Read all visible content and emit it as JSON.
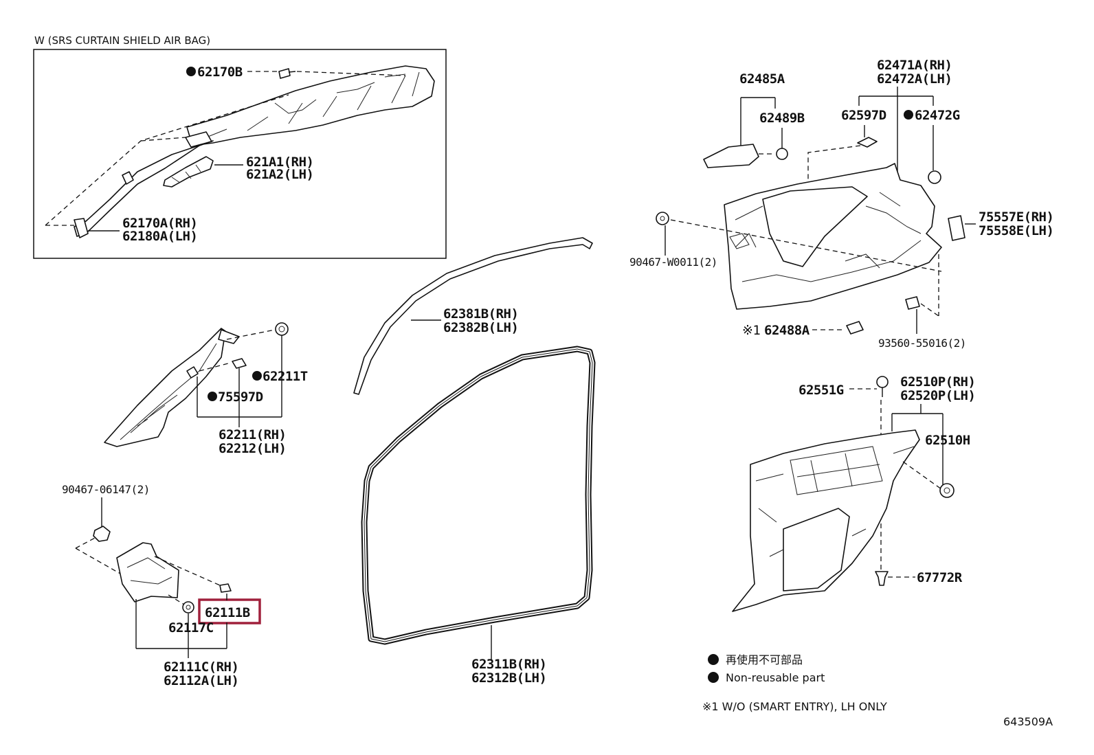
{
  "subassembly_box": {
    "title": "W (SRS CURTAIN SHIELD AIR BAG)"
  },
  "labels": {
    "p62170B": "62170B",
    "p621A1": "621A1(RH)",
    "p621A2": "621A2(LH)",
    "p62170A": "62170A(RH)",
    "p62180A": "62180A(LH)",
    "p62211T": "62211T",
    "p75597D": "75597D",
    "p62211": "62211(RH)",
    "p62212": "62212(LH)",
    "p90467_06147": "90467-06147(2)",
    "p62111B": "62111B",
    "p62117C": "62117C",
    "p62111C": "62111C(RH)",
    "p62112A": "62112A(LH)",
    "p62381B": "62381B(RH)",
    "p62382B": "62382B(LH)",
    "p62311B": "62311B(RH)",
    "p62312B": "62312B(LH)",
    "p62485A": "62485A",
    "p62489B": "62489B",
    "p62471A": "62471A(RH)",
    "p62472A": "62472A(LH)",
    "p62597D": "62597D",
    "p62472G": "62472G",
    "p75557E": "75557E(RH)",
    "p75558E": "75558E(LH)",
    "p90467_W0011": "90467-W0011(2)",
    "p62488A": "62488A",
    "p62488A_mark": "※1",
    "p93560": "93560-55016(2)",
    "p62551G": "62551G",
    "p62510P": "62510P(RH)",
    "p62520P": "62520P(LH)",
    "p62510H": "62510H",
    "p67772R": "67772R"
  },
  "legend": {
    "symbol": "●",
    "japanese": "再使用不可部品",
    "english": "Non-reusable part"
  },
  "note": "※1 W/O (SMART ENTRY), LH ONLY",
  "diagram_id": "643509A",
  "highlight": {
    "part": "62111B",
    "color": "#a0203c"
  },
  "colors": {
    "line": "#111111",
    "background": "#ffffff"
  }
}
